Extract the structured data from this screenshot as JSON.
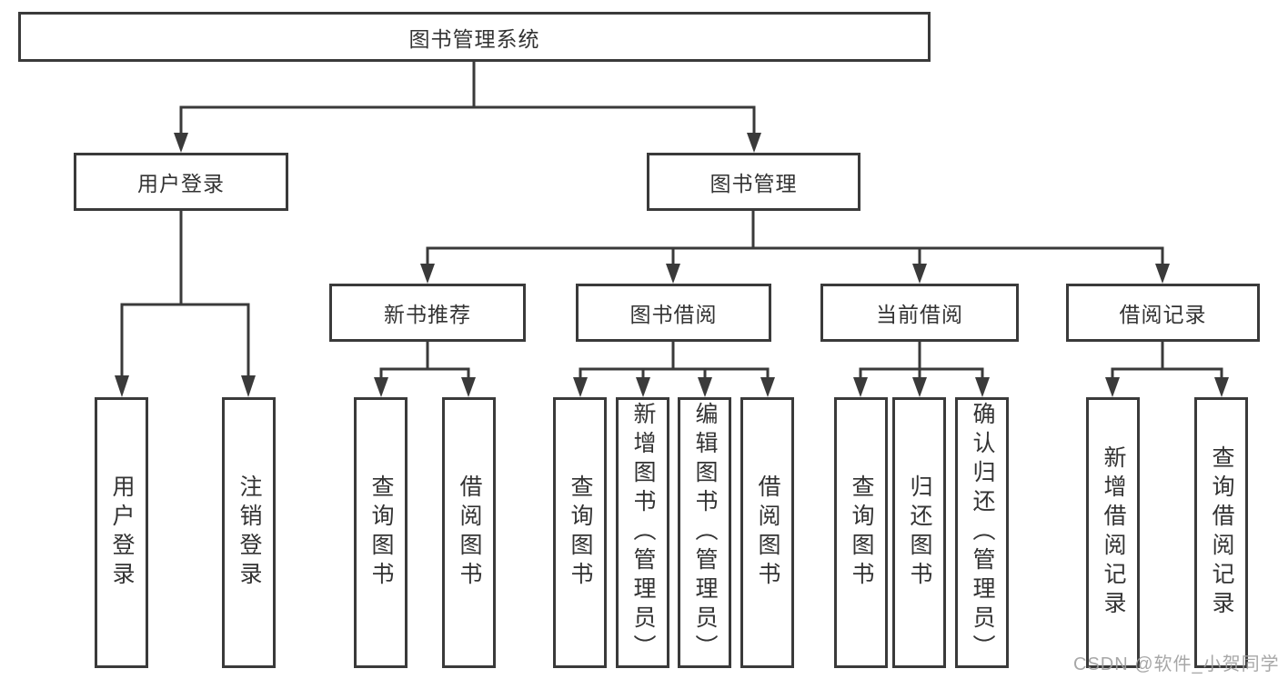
{
  "title": "图书管理系统",
  "tree": {
    "root": {
      "label": "图书管理系统"
    },
    "branches": [
      {
        "label": "用户登录",
        "children": [
          {
            "label": "用户登录"
          },
          {
            "label": "注销登录"
          }
        ]
      },
      {
        "label": "图书管理",
        "children": [
          {
            "label": "新书推荐",
            "children": [
              {
                "label": "查询图书"
              },
              {
                "label": "借阅图书"
              }
            ]
          },
          {
            "label": "图书借阅",
            "children": [
              {
                "label": "查询图书"
              },
              {
                "label": "新增图书（管理员）"
              },
              {
                "label": "编辑图书（管理员）"
              },
              {
                "label": "借阅图书"
              }
            ]
          },
          {
            "label": "当前借阅",
            "children": [
              {
                "label": "查询图书"
              },
              {
                "label": "归还图书"
              },
              {
                "label": "确认归还（管理员）"
              }
            ]
          },
          {
            "label": "借阅记录",
            "children": [
              {
                "label": "新增借阅记录"
              },
              {
                "label": "查询借阅记录"
              }
            ]
          }
        ]
      }
    ]
  },
  "watermark": {
    "label": "CSDN @软件_小贺同学"
  },
  "colors": {
    "line": "#3a3a3a",
    "text": "#333333",
    "watermark": "#9e9e9e",
    "background": "#ffffff"
  }
}
